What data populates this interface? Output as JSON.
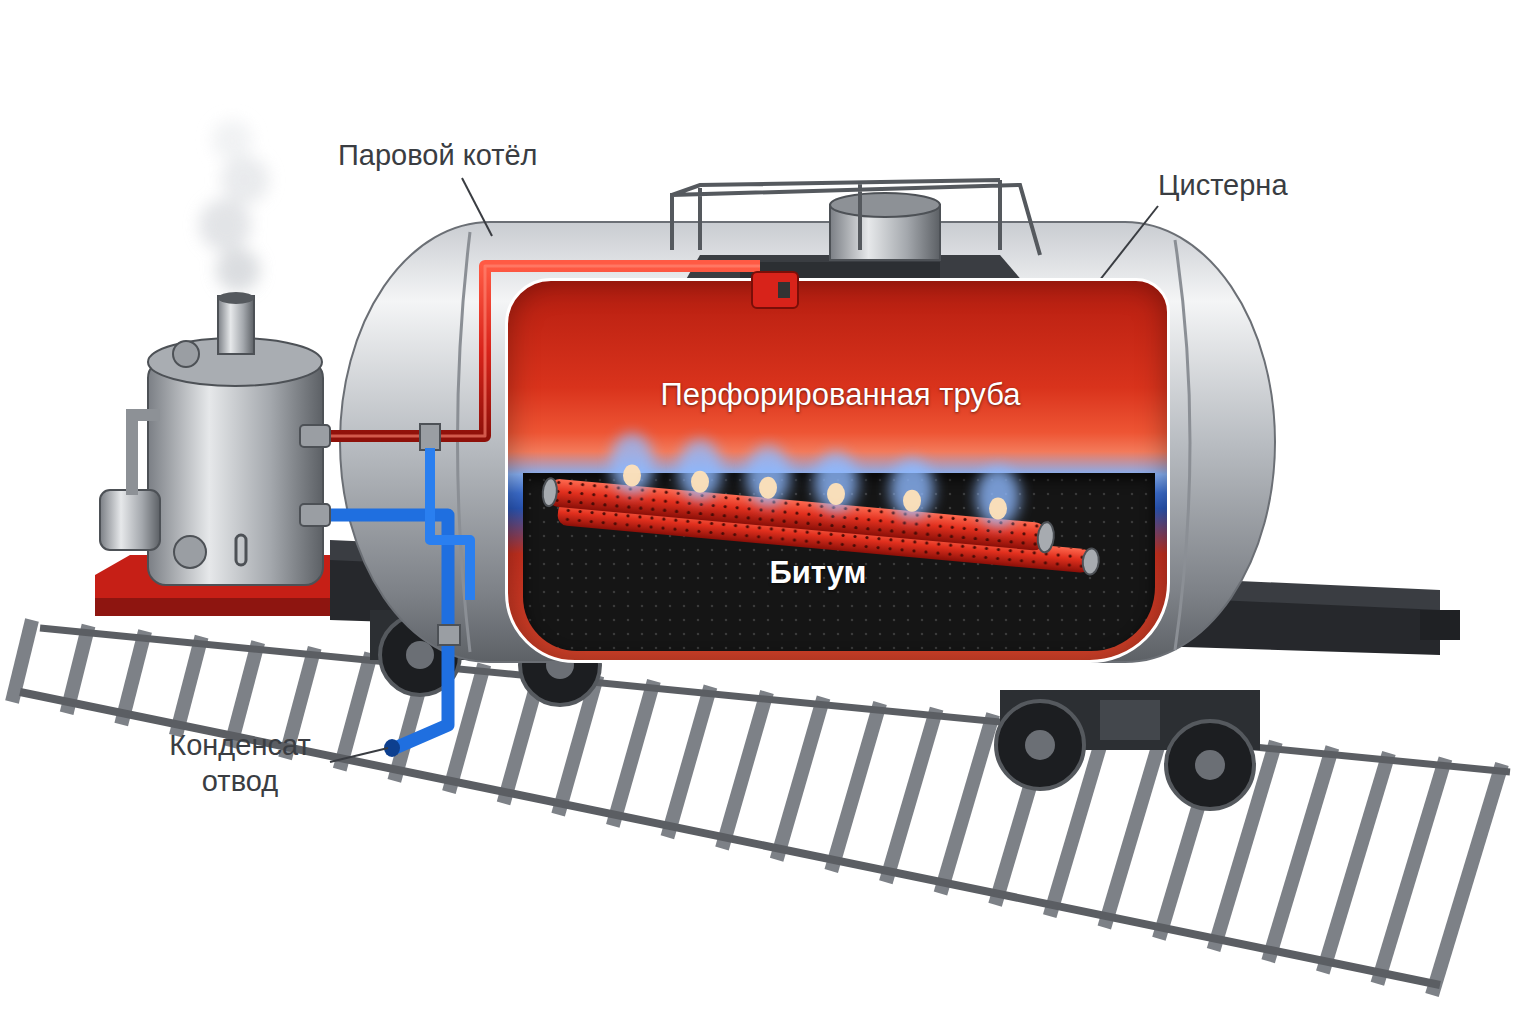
{
  "diagram": {
    "nodes": [
      {
        "text": [
          "Перфорированная труба"
        ]
      },
      {
        "text": [
          "Битум"
        ],
        "in": 0
      }
    ],
    "labels": [
      "Паровой котёл",
      "Цистерна",
      "Конденсат отвод"
    ]
  }
}
